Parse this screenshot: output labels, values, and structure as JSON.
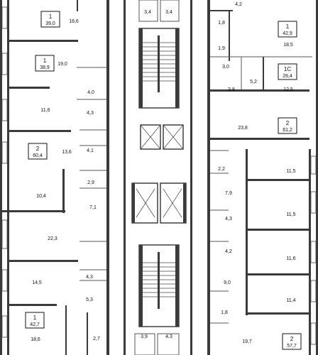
{
  "plan": {
    "apartments": [
      {
        "id": "apt-l-top",
        "rooms_count": "1",
        "area": "39,0"
      },
      {
        "id": "apt-l-2",
        "rooms_count": "1",
        "area": "38,9"
      },
      {
        "id": "apt-l-3",
        "rooms_count": "2",
        "area": "60,4"
      },
      {
        "id": "apt-l-bot",
        "rooms_count": "1",
        "area": "42,7"
      },
      {
        "id": "apt-r-top",
        "rooms_count": "1",
        "area": "42,9"
      },
      {
        "id": "apt-r-studio",
        "rooms_count": "1C",
        "area": "26,4"
      },
      {
        "id": "apt-r-mid",
        "rooms_count": "2",
        "area": "61,2"
      },
      {
        "id": "apt-r-bot",
        "rooms_count": "2",
        "area": "57,7"
      }
    ],
    "rooms": [
      {
        "name": "room-18-6-top",
        "label": "18,6"
      },
      {
        "name": "room-3-4-a",
        "label": "3,4"
      },
      {
        "name": "room-3-4-b",
        "label": "3,4"
      },
      {
        "name": "room-4-2",
        "label": "4,2"
      },
      {
        "name": "room-1-8-top",
        "label": "1,8"
      },
      {
        "name": "room-18-5",
        "label": "18,5"
      },
      {
        "name": "room-19-0",
        "label": "19,0"
      },
      {
        "name": "room-1-9",
        "label": "1,9"
      },
      {
        "name": "room-3-0",
        "label": "3,0"
      },
      {
        "name": "room-5-2",
        "label": "5,2"
      },
      {
        "name": "room-3-8",
        "label": "3,8"
      },
      {
        "name": "room-12-5",
        "label": "12,5"
      },
      {
        "name": "room-4-0",
        "label": "4,0"
      },
      {
        "name": "room-11-6-left",
        "label": "11,6"
      },
      {
        "name": "room-4-3-left-top",
        "label": "4,3"
      },
      {
        "name": "room-23-8",
        "label": "23,8"
      },
      {
        "name": "room-13-6",
        "label": "13,6"
      },
      {
        "name": "room-4-1",
        "label": "4,1"
      },
      {
        "name": "room-2-2",
        "label": "2,2"
      },
      {
        "name": "room-11-5-a",
        "label": "11,5"
      },
      {
        "name": "room-2-9",
        "label": "2,9"
      },
      {
        "name": "room-10-4",
        "label": "10,4"
      },
      {
        "name": "room-7-9",
        "label": "7,9"
      },
      {
        "name": "room-7-1",
        "label": "7,1"
      },
      {
        "name": "room-11-5-b",
        "label": "11,5"
      },
      {
        "name": "room-4-3-right",
        "label": "4,3"
      },
      {
        "name": "room-22-3",
        "label": "22,3"
      },
      {
        "name": "room-4-2-right",
        "label": "4,2"
      },
      {
        "name": "room-11-6-right",
        "label": "11,6"
      },
      {
        "name": "room-4-3-left-bot",
        "label": "4,3"
      },
      {
        "name": "room-14-5",
        "label": "14,5"
      },
      {
        "name": "room-9-0",
        "label": "9,0"
      },
      {
        "name": "room-5-3",
        "label": "5,3"
      },
      {
        "name": "room-11-4",
        "label": "11,4"
      },
      {
        "name": "room-1-8-bot",
        "label": "1,8"
      },
      {
        "name": "room-18-6-bot",
        "label": "18,6"
      },
      {
        "name": "room-2-7",
        "label": "2,7"
      },
      {
        "name": "room-3-9",
        "label": "3,9"
      },
      {
        "name": "room-4-3-core",
        "label": "4,3"
      },
      {
        "name": "room-19-7",
        "label": "19,7"
      }
    ]
  }
}
